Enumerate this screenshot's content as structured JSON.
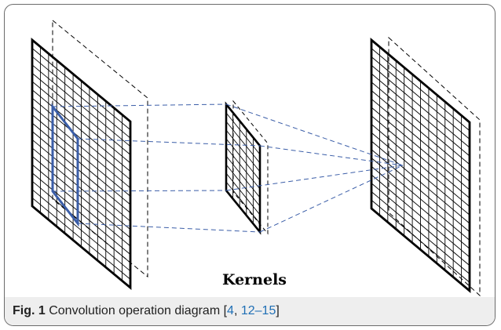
{
  "diagram": {
    "label": "Kernels",
    "colors": {
      "grid": "#000000",
      "window": "#3b5ea8",
      "connector": "#3b5ea8",
      "dashed_frame": "#000000"
    }
  },
  "caption": {
    "figure_label": "Fig. 1",
    "text": " Convolution operation diagram ",
    "open_bracket": "[",
    "refs": [
      "4",
      "12–15"
    ],
    "separator": ", ",
    "close_bracket": "]"
  }
}
